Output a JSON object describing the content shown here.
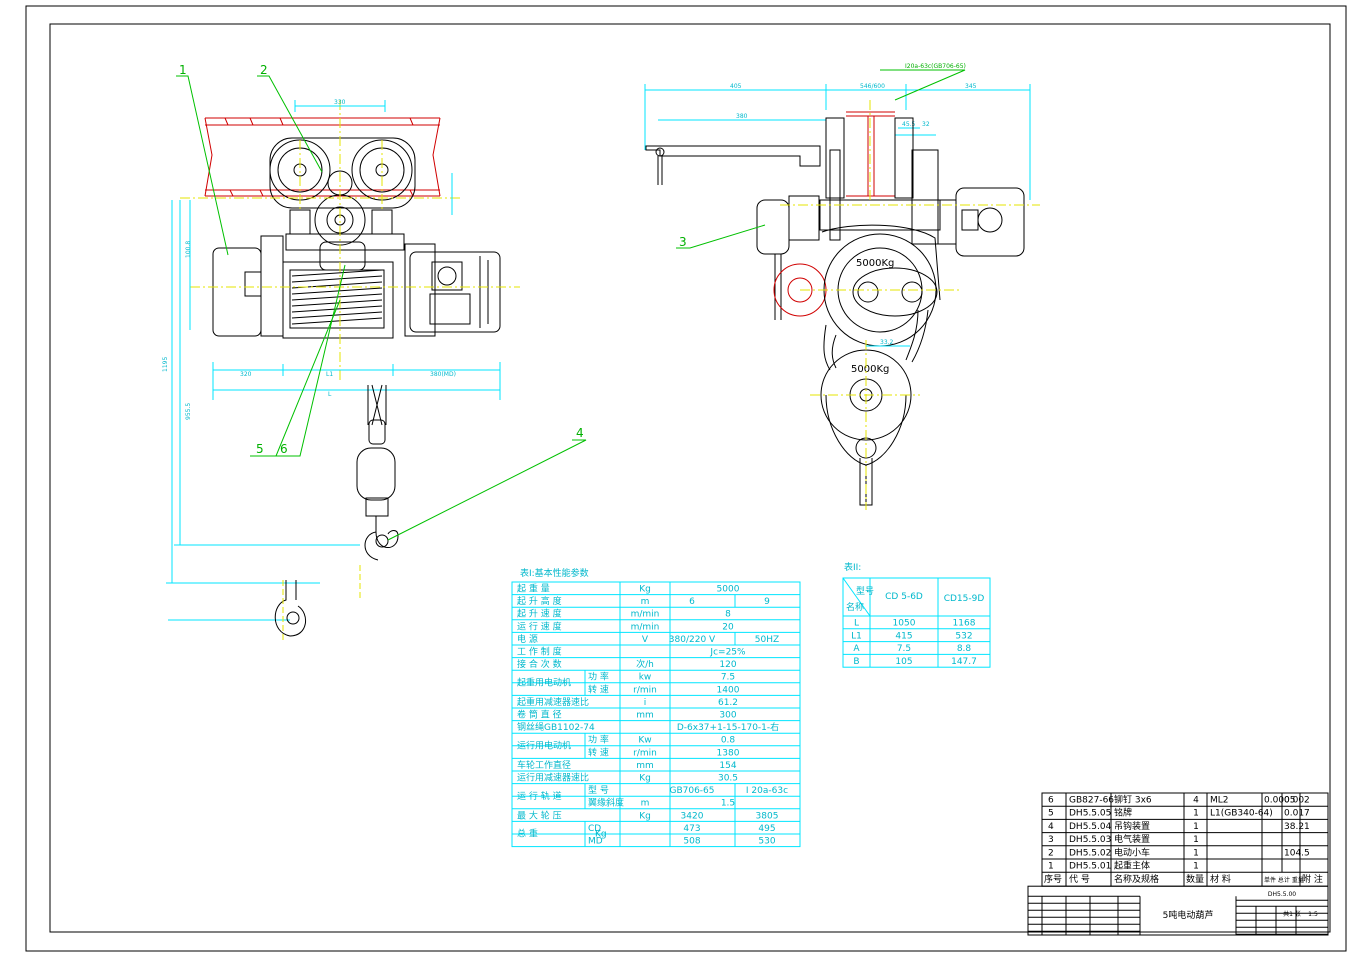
{
  "callouts": [
    {
      "id": "1",
      "label": "1"
    },
    {
      "id": "2",
      "label": "2"
    },
    {
      "id": "3",
      "label": "3"
    },
    {
      "id": "4",
      "label": "4"
    },
    {
      "id": "5",
      "label": "5"
    },
    {
      "id": "6",
      "label": "6"
    }
  ],
  "side_view": {
    "rail_label": "I20a-63c(GB706-65)",
    "capacity_upper": "5000Kg",
    "capacity_lower": "5000Kg"
  },
  "table1": {
    "title": "表Ⅰ:基本性能参数",
    "rows": [
      {
        "name": "起 重 量",
        "unit": "Kg",
        "v1": "5000",
        "v2": ""
      },
      {
        "name": "起 升 高 度",
        "unit": "m",
        "v1": "6",
        "v2": "9"
      },
      {
        "name": "起 升 速 度",
        "unit": "m/min",
        "v1": "8",
        "v2": ""
      },
      {
        "name": "运 行 速 度",
        "unit": "m/min",
        "v1": "20",
        "v2": ""
      },
      {
        "name": "电 源",
        "unit": "V",
        "v1": "380/220 V",
        "v2": "50HZ"
      },
      {
        "name": "工 作 制 度",
        "unit": "",
        "v1": "Jc=25%",
        "v2": ""
      },
      {
        "name": "接 合 次 数",
        "unit": "次/h",
        "v1": "120",
        "v2": ""
      },
      {
        "name": "功 率",
        "unit": "kw",
        "v1": "7.5",
        "v2": ""
      },
      {
        "name": "转 速",
        "unit": "r/min",
        "v1": "1400",
        "v2": ""
      },
      {
        "name": "起重用减速器速比",
        "unit": "i",
        "v1": "61.2",
        "v2": ""
      },
      {
        "name": "卷 筒 直 径",
        "unit": "mm",
        "v1": "300",
        "v2": ""
      },
      {
        "name": "钢丝绳GB1102-74",
        "unit": "",
        "v1": "D-6x37+1-15-170-1-右",
        "v2": ""
      },
      {
        "name": "功 率",
        "unit": "Kw",
        "v1": "0.8",
        "v2": ""
      },
      {
        "name": "转 速",
        "unit": "r/min",
        "v1": "1380",
        "v2": ""
      },
      {
        "name": "车轮工作直径",
        "unit": "mm",
        "v1": "154",
        "v2": ""
      },
      {
        "name": "运行用减速器速比",
        "unit": "Kg",
        "v1": "30.5",
        "v2": ""
      },
      {
        "name": "型 号",
        "unit": "",
        "v1": "GB706-65",
        "v2": "I 20a-63c"
      },
      {
        "name": "翼缘斜度",
        "unit": "",
        "v1": "1.5",
        "v2": ""
      },
      {
        "name": "最 大 轮 压",
        "unit": "Kg",
        "v1": "3420",
        "v2": "3805"
      },
      {
        "name": "CD",
        "unit": "",
        "v1": "473",
        "v2": "495"
      },
      {
        "name": "MD",
        "unit": "",
        "v1": "508",
        "v2": "530"
      }
    ],
    "group_lift_motor": "起重用电动机",
    "group_travel_motor": "运行用电动机",
    "group_track": "运 行 轨 道",
    "group_weight": "总 重",
    "group_weight_unit": "Kg",
    "blank": "m"
  },
  "table2": {
    "title": "表II:",
    "head_model": "型号",
    "head_name": "名称",
    "col1": "CD 5-6D",
    "col2": "CD15-9D",
    "rows": [
      {
        "name": "L",
        "c1": "1050",
        "c2": "1168"
      },
      {
        "name": "L1",
        "c1": "415",
        "c2": "532"
      },
      {
        "name": "A",
        "c1": "7.5",
        "c2": "8.8"
      },
      {
        "name": "B",
        "c1": "105",
        "c2": "147.7"
      }
    ]
  },
  "bom": {
    "rows": [
      {
        "no": "6",
        "code": "GB827-66",
        "name": "铆钉 3x6",
        "qty": "4",
        "mat": "ML2",
        "w1": "0.0005",
        "w2": "0.002"
      },
      {
        "no": "5",
        "code": "DH5.5.05",
        "name": "铭牌",
        "qty": "1",
        "mat": "L1(GB340-64)",
        "w1": "",
        "w2": "0.017"
      },
      {
        "no": "4",
        "code": "DH5.5.04",
        "name": "吊钩装置",
        "qty": "1",
        "mat": "",
        "w1": "",
        "w2": "38.21"
      },
      {
        "no": "3",
        "code": "DH5.5.03",
        "name": "电气装置",
        "qty": "1",
        "mat": "",
        "w1": "",
        "w2": ""
      },
      {
        "no": "2",
        "code": "DH5.5.02",
        "name": "电动小车",
        "qty": "1",
        "mat": "",
        "w1": "",
        "w2": "104.5"
      },
      {
        "no": "1",
        "code": "DH5.5.01",
        "name": "起重主体",
        "qty": "1",
        "mat": "",
        "w1": "",
        "w2": ""
      }
    ],
    "header": {
      "no": "序号",
      "code": "代 号",
      "name": "名称及规格",
      "qty": "数量",
      "mat": "材 料",
      "w": "单件 总计 重量",
      "note": "附 注"
    },
    "drawing_no": "DH5.5.00",
    "title": "5吨电动葫芦",
    "scale": "1:5",
    "sheet": "共1 张"
  }
}
